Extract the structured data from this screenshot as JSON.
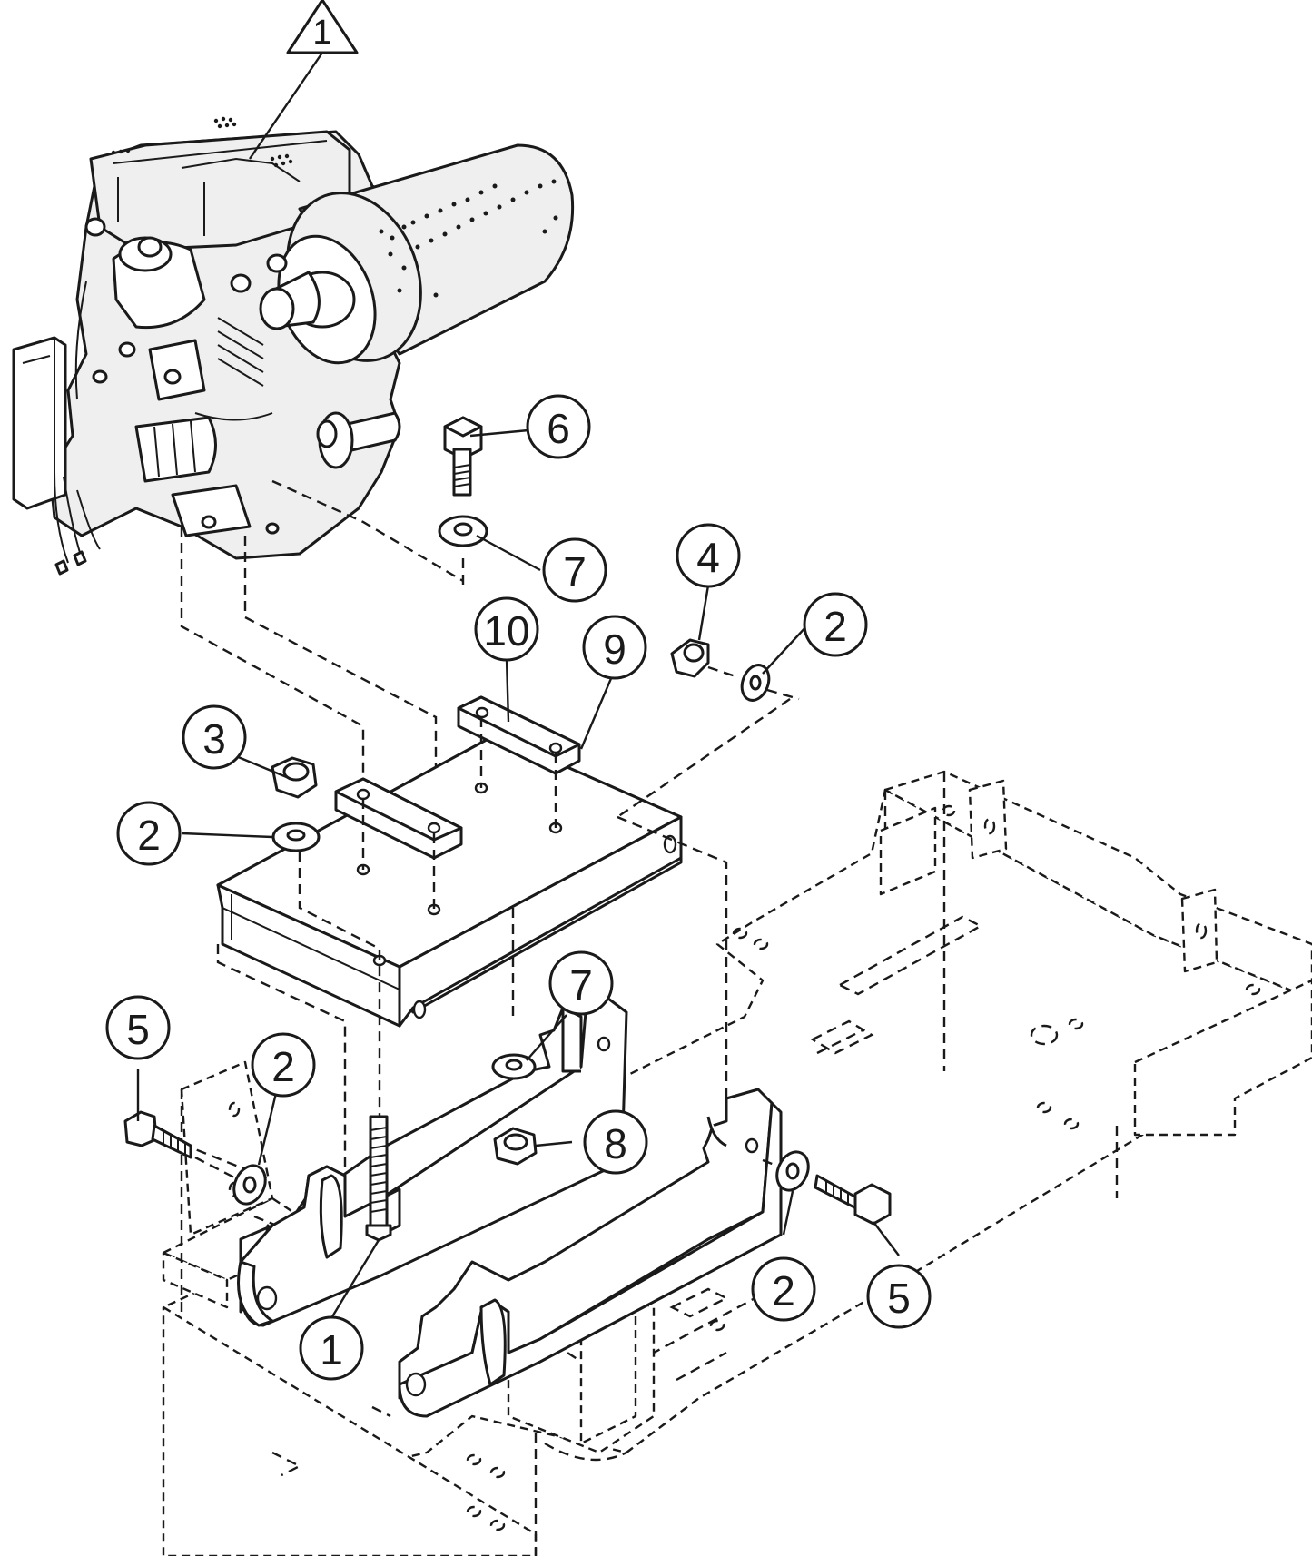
{
  "diagram": {
    "warning_callout": {
      "label": "1",
      "shape": "triangle"
    },
    "callouts": [
      {
        "id": "c6",
        "label": "6"
      },
      {
        "id": "c7a",
        "label": "7"
      },
      {
        "id": "c4",
        "label": "4"
      },
      {
        "id": "c2a",
        "label": "2"
      },
      {
        "id": "c10",
        "label": "10"
      },
      {
        "id": "c9",
        "label": "9"
      },
      {
        "id": "c3",
        "label": "3"
      },
      {
        "id": "c2b",
        "label": "2"
      },
      {
        "id": "c5a",
        "label": "5"
      },
      {
        "id": "c2c",
        "label": "2"
      },
      {
        "id": "c7b",
        "label": "7"
      },
      {
        "id": "c8",
        "label": "8"
      },
      {
        "id": "c2d",
        "label": "2"
      },
      {
        "id": "c5b",
        "label": "5"
      },
      {
        "id": "c1",
        "label": "1"
      }
    ]
  },
  "colors": {
    "line": "#1a1a1a",
    "background": "#ffffff",
    "engine_shade": "#efefef"
  }
}
